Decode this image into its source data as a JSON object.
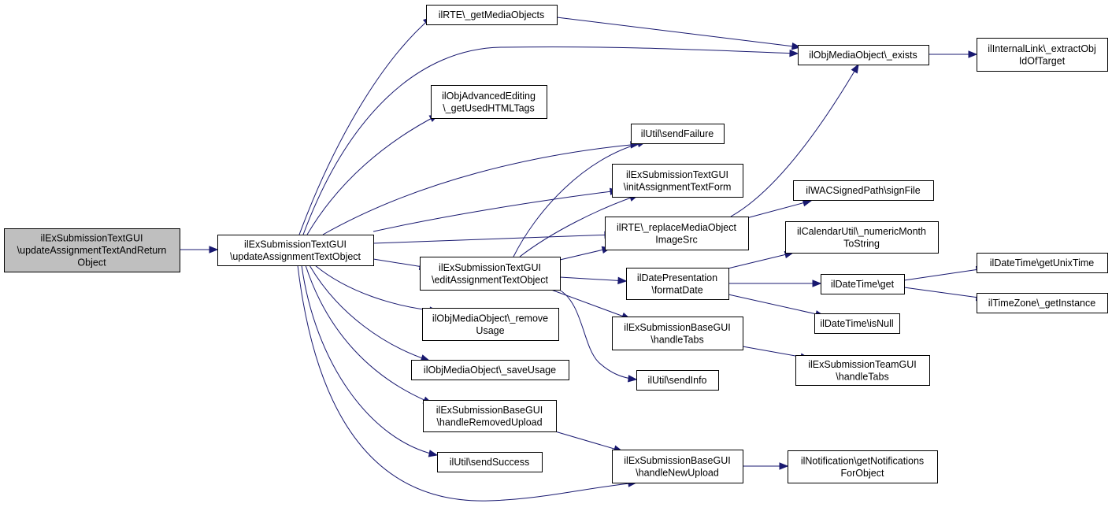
{
  "colors": {
    "edge": "#191970",
    "root_fill": "#bfbfbf",
    "node_fill": "#ffffff",
    "node_border": "#000000"
  },
  "nodes": {
    "root": [
      "ilExSubmissionTextGUI",
      "\\updateAssignmentTextAndReturn",
      "Object"
    ],
    "update": [
      "ilExSubmissionTextGUI",
      "\\updateAssignmentTextObject"
    ],
    "getMedia": [
      "ilRTE\\_getMediaObjects"
    ],
    "exists": [
      "ilObjMediaObject\\_exists"
    ],
    "extract": [
      "ilInternalLink\\_extractObj",
      "IdOfTarget"
    ],
    "usedTags": [
      "ilObjAdvancedEditing",
      "\\_getUsedHTMLTags"
    ],
    "sendFailure": [
      "ilUtil\\sendFailure"
    ],
    "initForm": [
      "ilExSubmissionTextGUI",
      "\\initAssignmentTextForm"
    ],
    "signFile": [
      "ilWACSignedPath\\signFile"
    ],
    "replaceSrc": [
      "ilRTE\\_replaceMediaObject",
      "ImageSrc"
    ],
    "editObj": [
      "ilExSubmissionTextGUI",
      "\\editAssignmentTextObject"
    ],
    "numMonth": [
      "ilCalendarUtil\\_numericMonth",
      "ToString"
    ],
    "formatDate": [
      "ilDatePresentation",
      "\\formatDate"
    ],
    "dtGet": [
      "ilDateTime\\get"
    ],
    "unixTime": [
      "ilDateTime\\getUnixTime"
    ],
    "tzInst": [
      "ilTimeZone\\_getInstance"
    ],
    "isNull": [
      "ilDateTime\\isNull"
    ],
    "removeUsage": [
      "ilObjMediaObject\\_remove",
      "Usage"
    ],
    "handleTabs": [
      "ilExSubmissionBaseGUI",
      "\\handleTabs"
    ],
    "teamTabs": [
      "ilExSubmissionTeamGUI",
      "\\handleTabs"
    ],
    "saveUsage": [
      "ilObjMediaObject\\_saveUsage"
    ],
    "sendInfo": [
      "ilUtil\\sendInfo"
    ],
    "removedUpload": [
      "ilExSubmissionBaseGUI",
      "\\handleRemovedUpload"
    ],
    "sendSuccess": [
      "ilUtil\\sendSuccess"
    ],
    "newUpload": [
      "ilExSubmissionBaseGUI",
      "\\handleNewUpload"
    ],
    "notif": [
      "ilNotification\\getNotifications",
      "ForObject"
    ]
  },
  "edges": [
    [
      "root",
      "update"
    ],
    [
      "update",
      "getMedia"
    ],
    [
      "update",
      "exists"
    ],
    [
      "update",
      "usedTags"
    ],
    [
      "update",
      "sendFailure"
    ],
    [
      "update",
      "initForm"
    ],
    [
      "update",
      "replaceSrc"
    ],
    [
      "update",
      "editObj"
    ],
    [
      "update",
      "removeUsage"
    ],
    [
      "update",
      "saveUsage"
    ],
    [
      "update",
      "removedUpload"
    ],
    [
      "update",
      "sendSuccess"
    ],
    [
      "update",
      "newUpload"
    ],
    [
      "getMedia",
      "exists"
    ],
    [
      "exists",
      "extract"
    ],
    [
      "replaceSrc",
      "exists"
    ],
    [
      "replaceSrc",
      "signFile"
    ],
    [
      "editObj",
      "sendFailure"
    ],
    [
      "editObj",
      "initForm"
    ],
    [
      "editObj",
      "replaceSrc"
    ],
    [
      "editObj",
      "formatDate"
    ],
    [
      "editObj",
      "handleTabs"
    ],
    [
      "editObj",
      "sendInfo"
    ],
    [
      "formatDate",
      "numMonth"
    ],
    [
      "formatDate",
      "dtGet"
    ],
    [
      "formatDate",
      "isNull"
    ],
    [
      "dtGet",
      "unixTime"
    ],
    [
      "dtGet",
      "tzInst"
    ],
    [
      "handleTabs",
      "teamTabs"
    ],
    [
      "removedUpload",
      "newUpload"
    ],
    [
      "newUpload",
      "notif"
    ]
  ]
}
